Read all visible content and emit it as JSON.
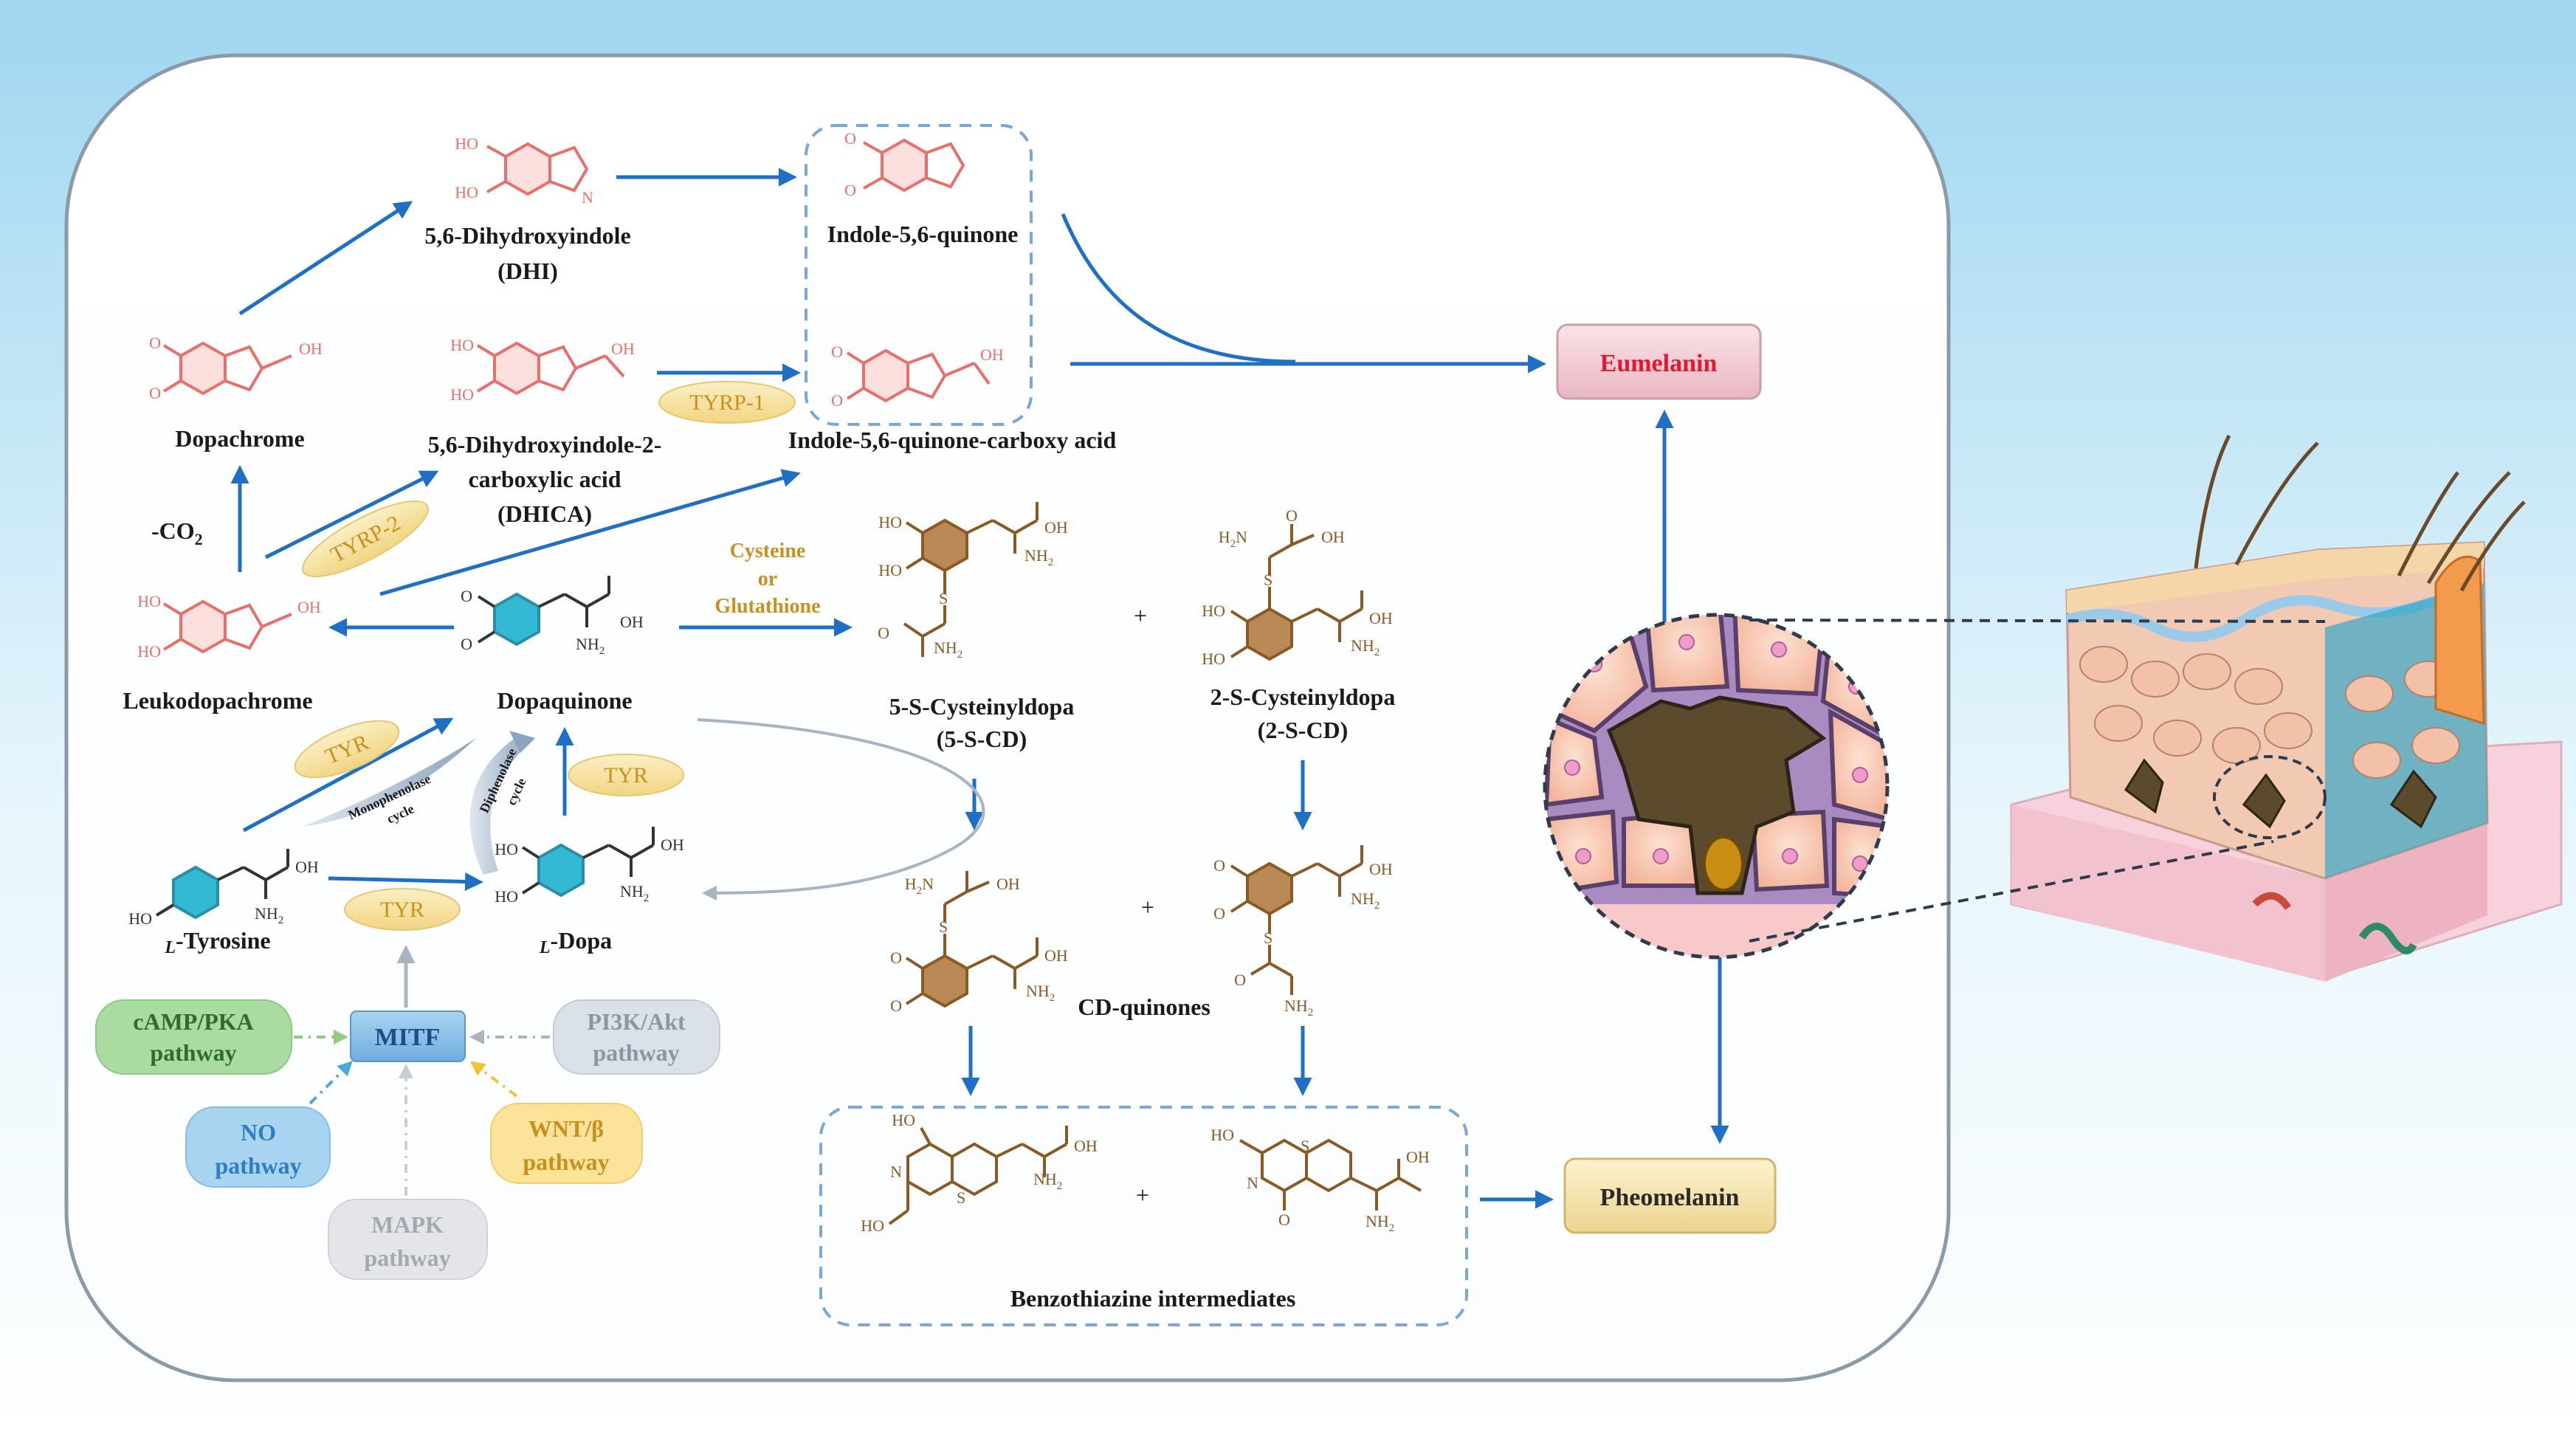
{
  "labels": {
    "dhi_name": "5,6-Dihydroxyindole",
    "dhi_abbr": "(DHI)",
    "indole_quinone": "Indole-5,6-quinone",
    "dopachrome": "Dopachrome",
    "dhica_l1": "5,6-Dihydroxyindole-2-",
    "dhica_l2": "carboxylic acid",
    "dhica_l3": "(DHICA)",
    "iqca": "Indole-5,6-quinone-carboxy acid",
    "co2": "-CO",
    "co2_sub": "2",
    "leukodopachrome": "Leukodopachrome",
    "dopaquinone": "Dopaquinone",
    "tyrosine_prefix": "L",
    "tyrosine": "-Tyrosine",
    "dopa_prefix": "L",
    "dopa": "-Dopa",
    "cysteine_l1": "Cysteine",
    "cysteine_l2": "or",
    "cysteine_l3": "Glutathione",
    "cd5_l1": "5-S-Cysteinyldopa",
    "cd5_l2": "(5-S-CD)",
    "cd2_l1": "2-S-Cysteinyldopa",
    "cd2_l2": "(2-S-CD)",
    "cd_quinones": "CD-quinones",
    "benzothiazine": "Benzothiazine intermediates",
    "monophenolase_l1": "Monophenolase",
    "monophenolase_l2": "cycle",
    "diphenolase_l1": "Diphenolase",
    "diphenolase_l2": "cycle",
    "plus": "+"
  },
  "badges": {
    "tyrp1": "TYRP-1",
    "tyrp2": "TYRP-2",
    "tyr_a": "TYR",
    "tyr_b": "TYR",
    "tyr_c": "TYR"
  },
  "outputs": {
    "eumelanin": "Eumelanin",
    "pheomelanin": "Pheomelanin"
  },
  "pathways": {
    "mitf": "MITF",
    "camp_l1": "cAMP/PKA",
    "camp_l2": "pathway",
    "pi3k_l1": "PI3K/Akt",
    "pi3k_l2": "pathway",
    "no_l1": "NO",
    "no_l2": "pathway",
    "wnt_l1": "WNT/β",
    "wnt_l2": "pathway",
    "mapk_l1": "MAPK",
    "mapk_l2": "pathway"
  },
  "atoms": {
    "ho": "HO",
    "oh": "OH",
    "o": "O",
    "nh2": "NH",
    "nh2_sub": "2",
    "h2n": "H",
    "h2n_sub": "2",
    "h2n_n": "N",
    "h": "H",
    "n": "N",
    "s": "S"
  },
  "colors": {
    "arrow_blue": "#1f6fc4",
    "molecule_red": "#e8706c",
    "molecule_brown": "#8a5a22",
    "eumelanin_text": "#e3192f",
    "badge_yellow": "#f6e2a2",
    "badge_text": "#c8901c"
  }
}
